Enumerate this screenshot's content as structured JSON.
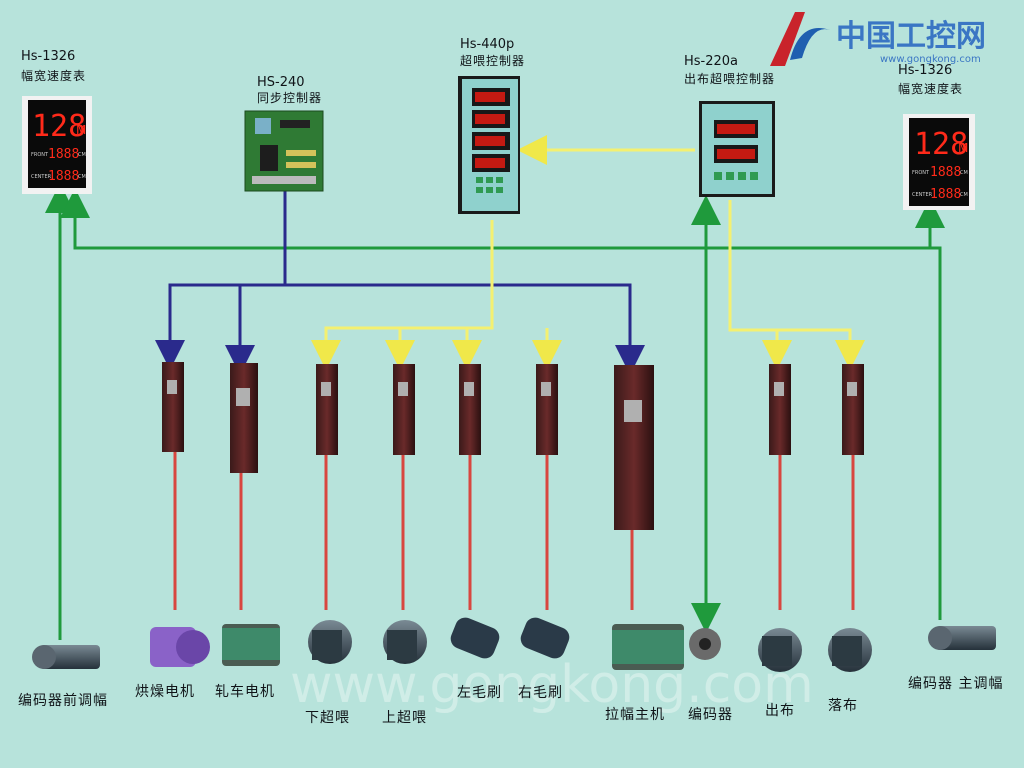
{
  "logo": {
    "text": "中国工控网",
    "sub": "www.gongkong.com"
  },
  "watermark": "www.gongkong.com",
  "devices": {
    "meter_left": {
      "model": "Hs-1326",
      "desc": "幅宽速度表",
      "big": "128",
      "unit": "M",
      "row_labels": [
        "FRONT",
        "CENTER"
      ],
      "rows": [
        "1888",
        "1888"
      ],
      "row_unit": "CM"
    },
    "sync_ctrl": {
      "model": "HS-240",
      "desc": "同步控制器"
    },
    "overfeed_ctrl": {
      "model": "Hs-440p",
      "desc": "超喂控制器"
    },
    "outfeed_ctrl": {
      "model": "Hs-220a",
      "desc": "出布超喂控制器"
    },
    "meter_right": {
      "model": "Hs-1326",
      "desc": "幅宽速度表",
      "big": "128",
      "unit": "M",
      "row_labels": [
        "FRONT",
        "CENTER"
      ],
      "rows": [
        "1888",
        "1888"
      ],
      "row_unit": "CM"
    }
  },
  "bottom_labels": {
    "encoder_front": "编码器前调幅",
    "dryer_motor": "烘燥电机",
    "roller_motor": "轧车电机",
    "lower_overfeed": "下超喂",
    "upper_overfeed": "上超喂",
    "left_brush": "左毛刷",
    "right_brush": "右毛刷",
    "main_motor": "拉幅主机",
    "encoder_mid": "编码器",
    "outfeed": "出布",
    "drop": "落布",
    "encoder_main": "编码器 主调幅"
  },
  "colors": {
    "background": "#b7e3db",
    "green_line": "#1f9a3c",
    "blue_line": "#2a2a8c",
    "yellow_line": "#f4f070",
    "red_line": "#d8463f",
    "led": "#ff2a1a"
  }
}
